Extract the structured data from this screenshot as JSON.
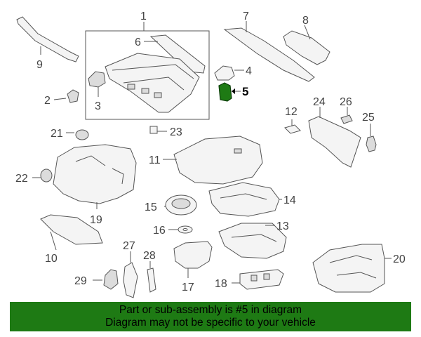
{
  "callouts": [
    {
      "id": "1",
      "label": "1"
    },
    {
      "id": "2",
      "label": "2"
    },
    {
      "id": "3",
      "label": "3"
    },
    {
      "id": "4",
      "label": "4"
    },
    {
      "id": "5",
      "label": "5"
    },
    {
      "id": "6",
      "label": "6"
    },
    {
      "id": "7",
      "label": "7"
    },
    {
      "id": "8",
      "label": "8"
    },
    {
      "id": "9",
      "label": "9"
    },
    {
      "id": "10",
      "label": "10"
    },
    {
      "id": "11",
      "label": "11"
    },
    {
      "id": "12",
      "label": "12"
    },
    {
      "id": "13",
      "label": "13"
    },
    {
      "id": "14",
      "label": "14"
    },
    {
      "id": "15",
      "label": "15"
    },
    {
      "id": "16",
      "label": "16"
    },
    {
      "id": "17",
      "label": "17"
    },
    {
      "id": "18",
      "label": "18"
    },
    {
      "id": "19",
      "label": "19"
    },
    {
      "id": "20",
      "label": "20"
    },
    {
      "id": "21",
      "label": "21"
    },
    {
      "id": "22",
      "label": "22"
    },
    {
      "id": "23",
      "label": "23"
    },
    {
      "id": "24",
      "label": "24"
    },
    {
      "id": "25",
      "label": "25"
    },
    {
      "id": "26",
      "label": "26"
    },
    {
      "id": "27",
      "label": "27"
    },
    {
      "id": "28",
      "label": "28"
    },
    {
      "id": "29",
      "label": "29"
    }
  ],
  "highlighted_part": "5",
  "colors": {
    "banner": "#1e7a14",
    "highlight_part": "#1e7a14"
  },
  "notice": {
    "line1": "Part or sub-assembly is #5 in diagram",
    "line2": "Diagram may not be specific to your vehicle"
  }
}
